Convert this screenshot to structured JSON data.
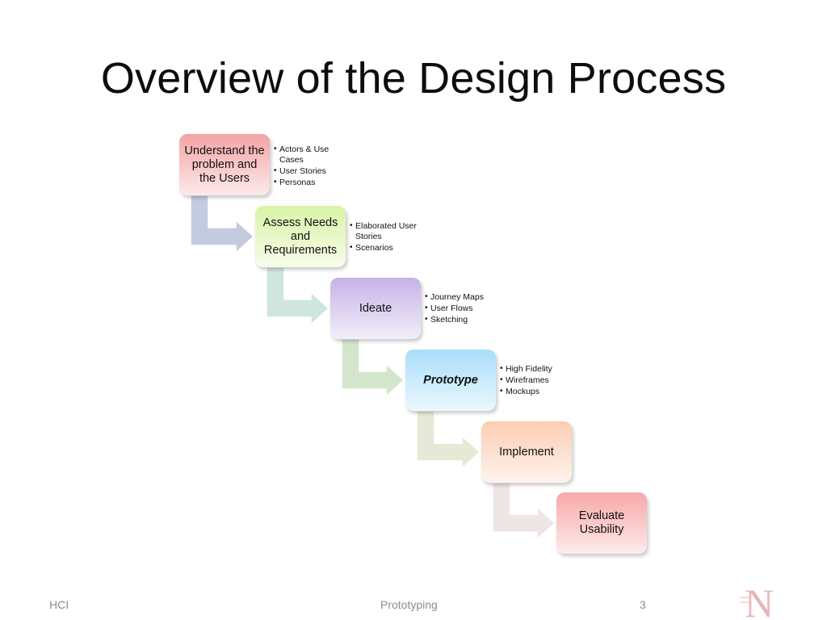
{
  "slide": {
    "title": "Overview of the Design Process"
  },
  "steps": [
    {
      "label": "Understand the problem and the Users",
      "color": "#f4a3a3",
      "bullets": [
        "Actors & Use Cases",
        "User Stories",
        "Personas"
      ]
    },
    {
      "label": "Assess Needs and Requirements",
      "color": "#d9f3a6",
      "bullets": [
        "Elaborated User Stories",
        "Scenarios"
      ]
    },
    {
      "label": "Ideate",
      "color": "#c6b3e6",
      "bullets": [
        "Journey Maps",
        "User Flows",
        "Sketching"
      ]
    },
    {
      "label": "Prototype",
      "color": "#a9defa",
      "bullets": [
        "High Fidelity",
        "Wireframes",
        "Mockups"
      ]
    },
    {
      "label": "Implement",
      "color": "#fbcdb2",
      "bullets": []
    },
    {
      "label": "Evaluate Usability",
      "color": "#f7a8a8",
      "bullets": []
    }
  ],
  "connector_colors": [
    "#c3cbe0",
    "#cfe6df",
    "#d3e6cc",
    "#e6e9d6",
    "#eee5e5"
  ],
  "footer": {
    "left": "HCI",
    "center": "Prototyping",
    "page_number": "3"
  },
  "logo": {
    "letter": "N",
    "color": "#e8b6b6"
  }
}
